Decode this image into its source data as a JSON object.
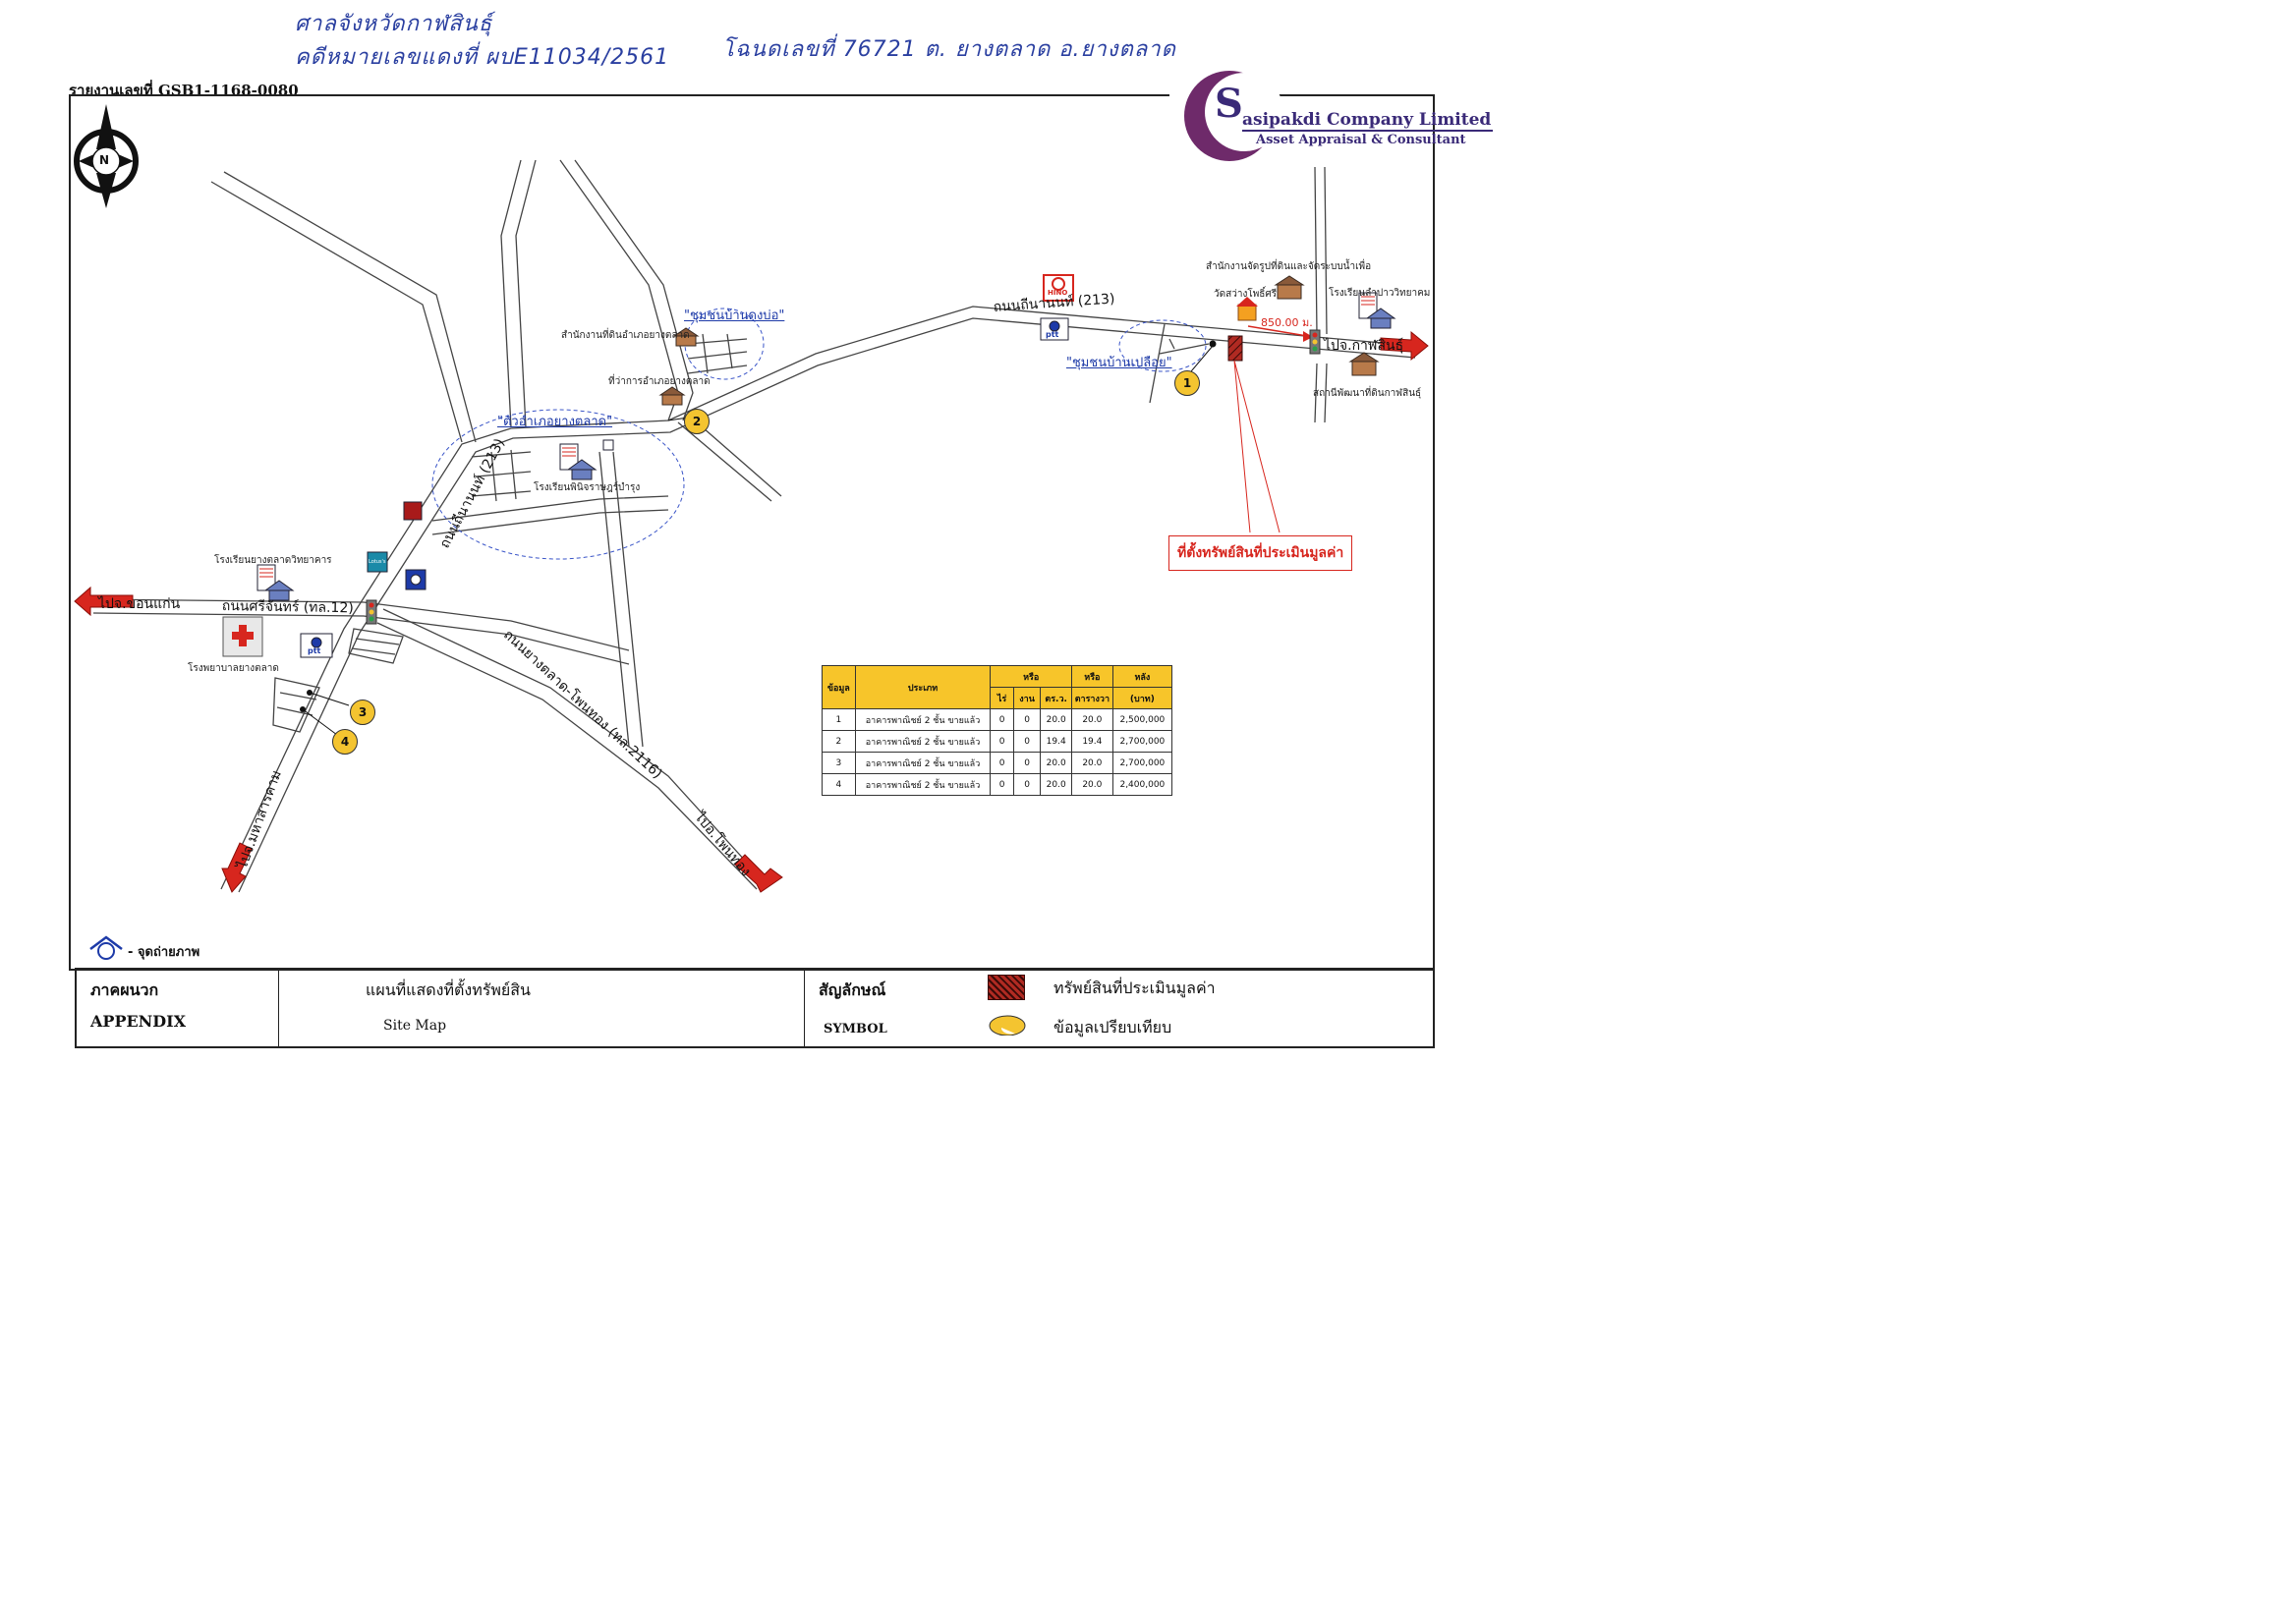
{
  "handwriting": {
    "line1": "ศาลจังหวัดกาฬสินธุ์",
    "line2": "คดีหมายเลขแดงที่  ผบE11034/2561",
    "line3": "โฉนดเลขที่ 76721   ต. ยางตลาด   อ.ยางตลาด"
  },
  "report_number": "รายงานเลขที่ GSB1-1168-0080",
  "logo": {
    "letter": "S",
    "company": "asipakdi Company Limited",
    "subtitle": "Asset Appraisal & Consultant"
  },
  "compass": {
    "letter": "N"
  },
  "roads": {
    "r213_east": "ถนนถีนานนท์ (213)",
    "r213_north": "ถนนถีนานนท์ (213)",
    "sisinjan": "ถนนศรีจันทร์ (ทล.12)",
    "yangtalat_phonthong": "ถนนยางตลาด-โพนทอง (ทล.2116)"
  },
  "destinations": {
    "khonkaen": "ไปจ.ขอนแก่น",
    "kalasin": "ไปจ.กาฬสินธุ์",
    "mahasarakham": "ไปจ.มหาสารคาม",
    "phonthong": "ไปอ.โพนทอง"
  },
  "communities": {
    "dongbo": "\"ชุมชนบ้านดงบ่อ\"",
    "pluea": "\"ชุมชนบ้านเปลือย\"",
    "amphoe": "\"ตัวอำเภอยางตลาด\""
  },
  "places": {
    "land_office_amphoe": "สำนักงานที่ดินอำเภอยางตลาด",
    "district_office": "ที่ว่าการอำเภอยางตลาด",
    "school_phinij": "โรงเรียนพินิจราษฎร์บำรุง",
    "school_yangtalat": "โรงเรียนยางตลาดวิทยาคาร",
    "hospital": "โรงพยาบาลยางตลาด",
    "land_reform_office": "สำนักงานจัดรูปที่ดินและจัดระบบน้ำเพื่อ",
    "temple": "วัดสว่างโพธิ์ศรี",
    "school_ampao": "โรงเรียนลำปาววิทยาคม",
    "land_dev_station": "สถานีพัฒนาที่ดินกาฬสินธุ์",
    "distance": "850.00 ม.",
    "hino": "HINO",
    "ptt": "ptt",
    "lotus": "Lotus's"
  },
  "property_label": "ที่ตั้งทรัพย์สินที่ประเมินมูลค่า",
  "markers": [
    "1",
    "2",
    "3",
    "4"
  ],
  "photo_legend": "- จุดถ่ายภาพ",
  "table": {
    "headers": {
      "no": "ข้อมูล",
      "type": "ประเภท",
      "area": "หรือ",
      "rai": "ไร่",
      "ngan": "งาน",
      "wa": "ตร.ว.",
      "or2": "หรือ",
      "sqwa": "ตารางวา",
      "price1": "หลัง",
      "price2": "(บาท)"
    },
    "rows": [
      {
        "no": "1",
        "type": "อาคารพาณิชย์ 2 ชั้น ขายแล้ว",
        "rai": "0",
        "ngan": "0",
        "wa": "20.0",
        "sqwa": "20.0",
        "price": "2,500,000"
      },
      {
        "no": "2",
        "type": "อาคารพาณิชย์ 2 ชั้น ขายแล้ว",
        "rai": "0",
        "ngan": "0",
        "wa": "19.4",
        "sqwa": "19.4",
        "price": "2,700,000"
      },
      {
        "no": "3",
        "type": "อาคารพาณิชย์ 2 ชั้น ขายแล้ว",
        "rai": "0",
        "ngan": "0",
        "wa": "20.0",
        "sqwa": "20.0",
        "price": "2,700,000"
      },
      {
        "no": "4",
        "type": "อาคารพาณิชย์ 2 ชั้น ขายแล้ว",
        "rai": "0",
        "ngan": "0",
        "wa": "20.0",
        "sqwa": "20.0",
        "price": "2,400,000"
      }
    ]
  },
  "footer": {
    "appendix_th": "ภาคผนวก",
    "appendix_en": "APPENDIX",
    "title_th": "แผนที่แสดงที่ตั้งทรัพย์สิน",
    "title_en": "Site  Map",
    "symbol_th": "สัญลักษณ์",
    "symbol_en": "SYMBOL",
    "sym_property": "ทรัพย์สินที่ประเมินมูลค่า",
    "sym_compare": "ข้อมูลเปรียบเทียบ"
  },
  "colors": {
    "marker": "#f4c430",
    "arrow": "#d7261e",
    "property": "#b02a22",
    "community": "#1d3aa8",
    "table_header": "#f7c52a"
  }
}
